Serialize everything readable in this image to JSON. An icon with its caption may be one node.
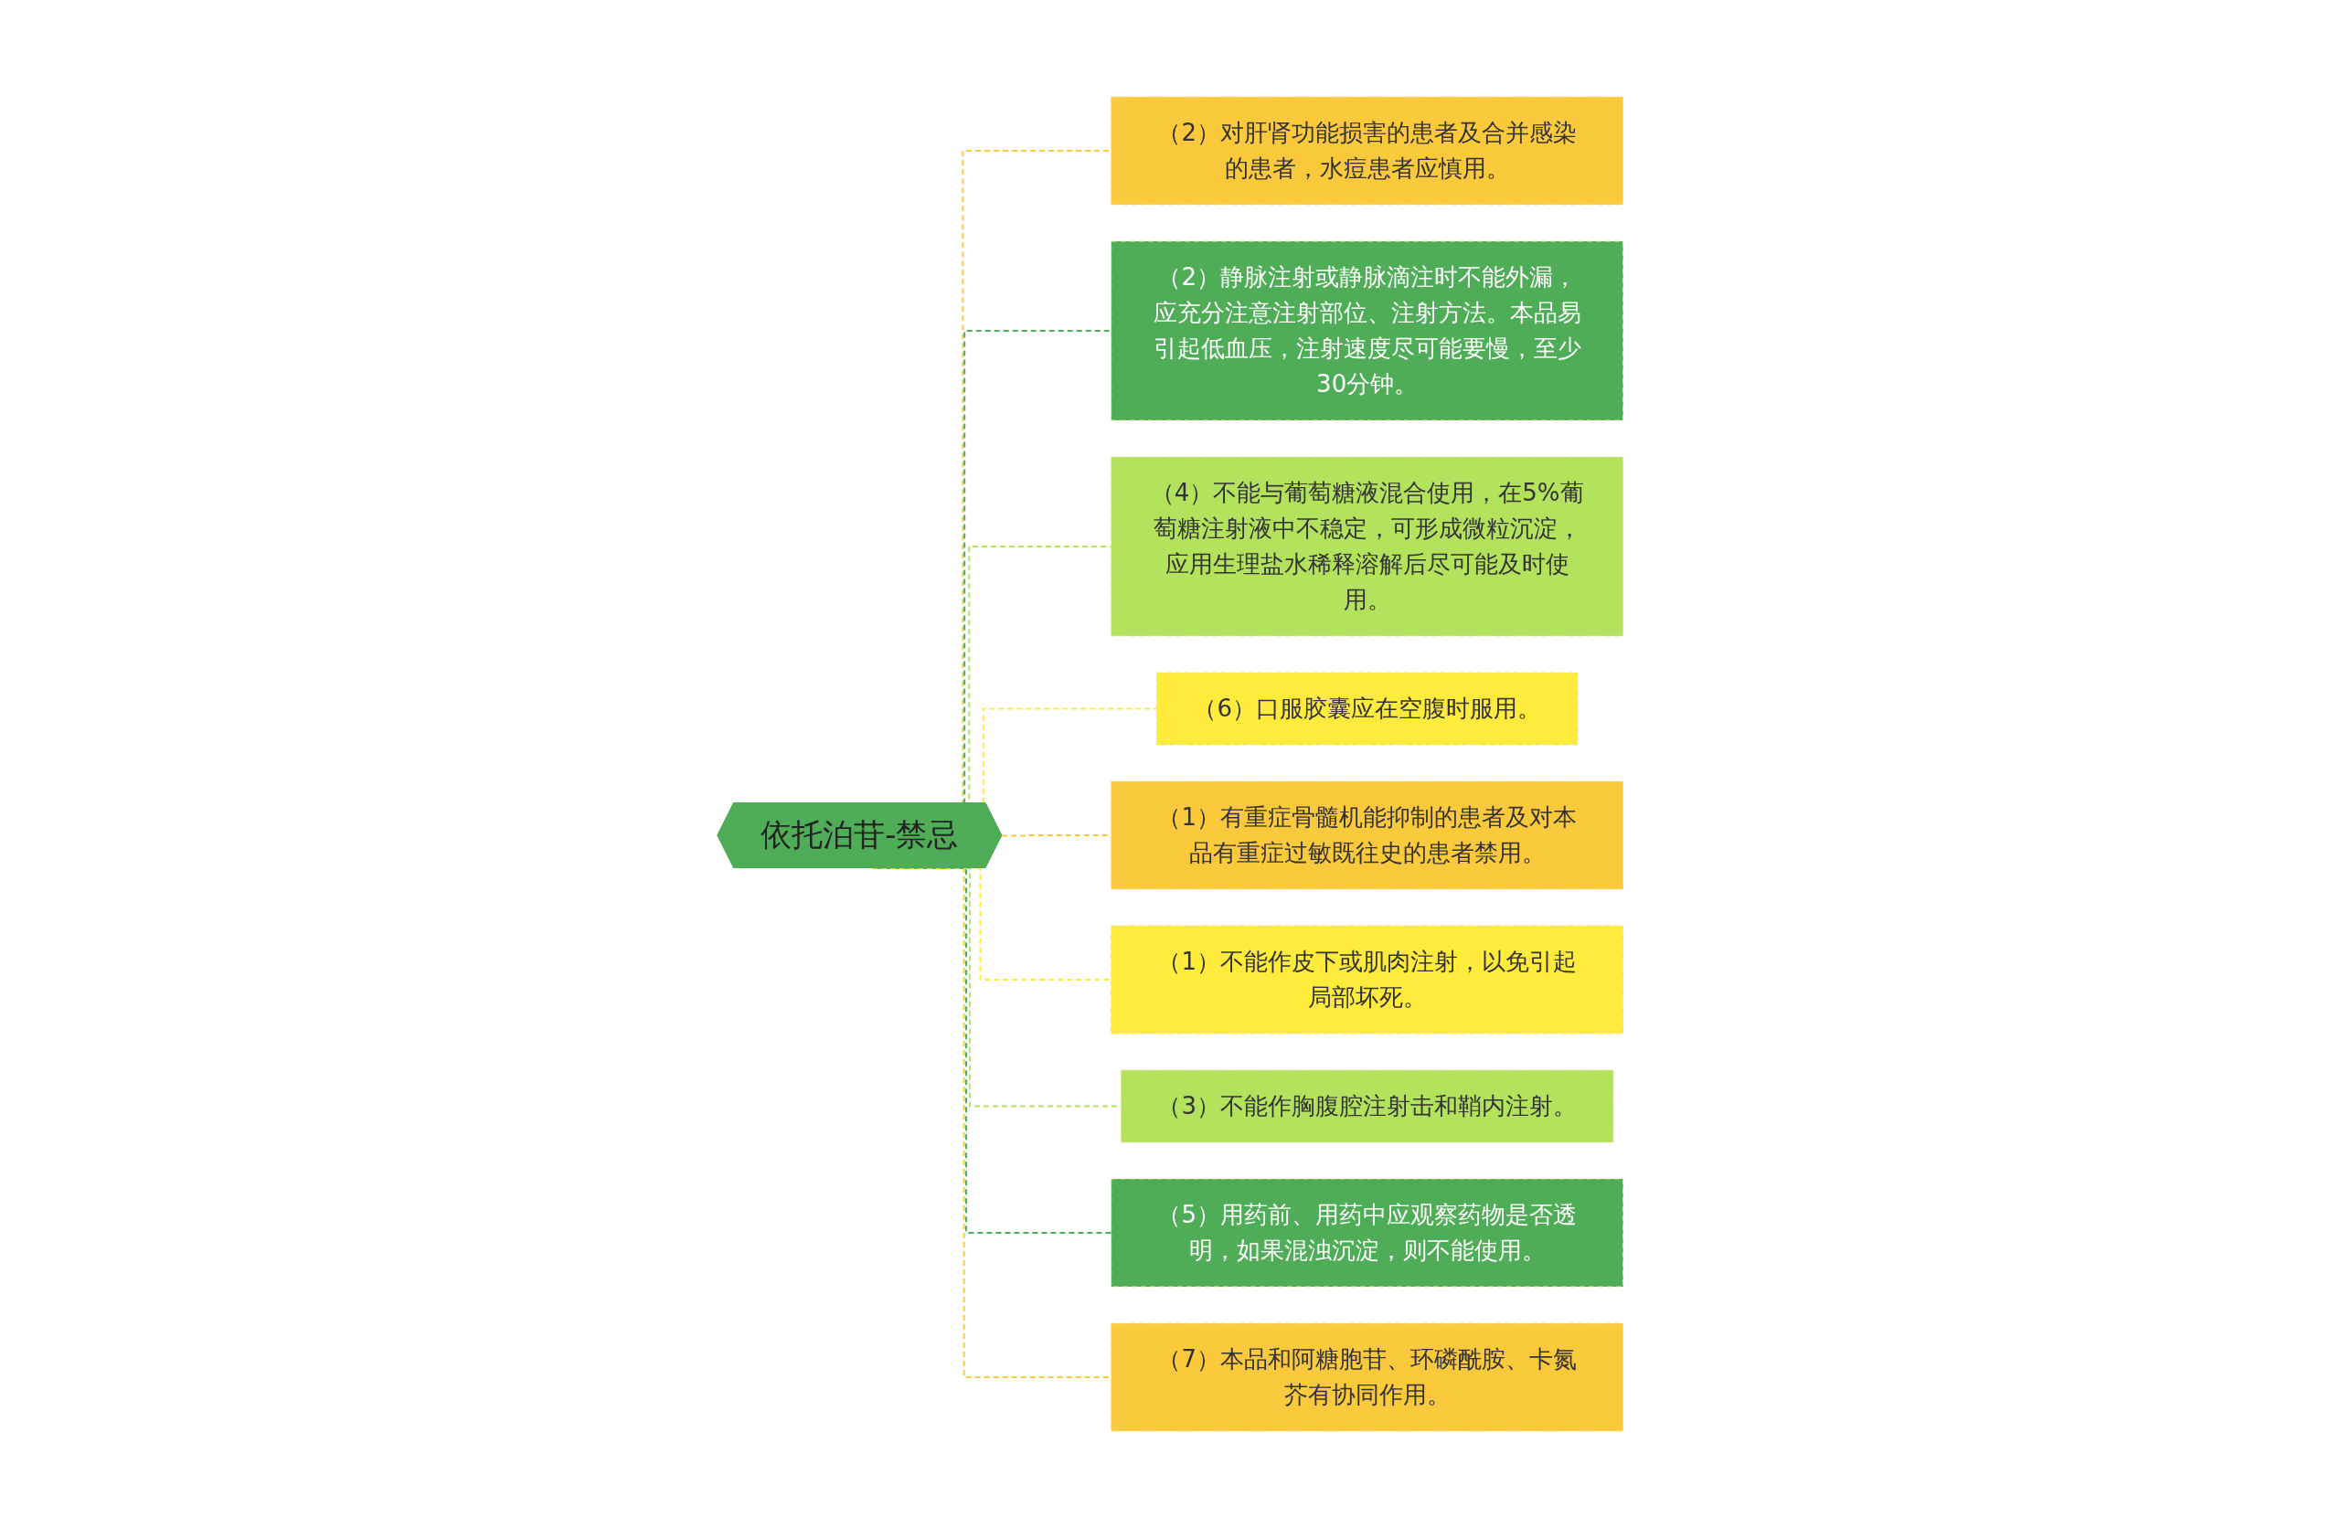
{
  "diagram": {
    "nodes": [
      {
        "text": [
          "依托泊苷-禁忌"
        ]
      },
      {
        "text": [
          "（2）对肝肾功能损害的患者及合并感染的患者，水痘患者应慎用。"
        ]
      },
      {
        "text": [
          "（2）静脉注射或静脉滴注时不能外漏，应充分注意注射部位、注射方法。本品易引起低血压，注射速度尽可能要慢，至少30分钟。"
        ]
      },
      {
        "text": [
          "（4）不能与葡萄糖液混合使用，在5%葡萄糖注射液中不稳定，可形成微粒沉淀，应用生理盐水稀释溶解后尽可能及时使用。"
        ]
      },
      {
        "text": [
          "（6）口服胶囊应在空腹时服用。"
        ]
      },
      {
        "text": [
          "（1）有重症骨髓机能抑制的患者及对本品有重症过敏既往史的患者禁用。"
        ]
      },
      {
        "text": [
          "（1）不能作皮下或肌肉注射，以免引起局部坏死。"
        ]
      },
      {
        "text": [
          "（3）不能作胸腹腔注射击和鞘内注射。"
        ]
      },
      {
        "text": [
          "（5）用药前、用药中应观察药物是否透明，如果混浊沉淀，则不能使用。"
        ]
      },
      {
        "text": [
          "（7）本品和阿糖胞苷、环磷酰胺、卡氮芥有协同作用。"
        ]
      }
    ],
    "edges": [
      {
        "from": 0,
        "to": 1,
        "arrow": "none",
        "style": "dashed",
        "color": "#fbc93c"
      },
      {
        "from": 0,
        "to": 2,
        "arrow": "none",
        "style": "dashed",
        "color": "#4fad57"
      },
      {
        "from": 0,
        "to": 3,
        "arrow": "none",
        "style": "dashed",
        "color": "#b3e35d"
      },
      {
        "from": 0,
        "to": 4,
        "arrow": "none",
        "style": "dashed",
        "color": "#ffeb3b"
      },
      {
        "from": 0,
        "to": 5,
        "arrow": "none",
        "style": "dashed",
        "color": "#fbc93c"
      },
      {
        "from": 0,
        "to": 6,
        "arrow": "none",
        "style": "dashed",
        "color": "#ffeb3b"
      },
      {
        "from": 0,
        "to": 7,
        "arrow": "none",
        "style": "dashed",
        "color": "#b3e35d"
      },
      {
        "from": 0,
        "to": 8,
        "arrow": "none",
        "style": "dashed",
        "color": "#4fad57"
      },
      {
        "from": 0,
        "to": 9,
        "arrow": "none",
        "style": "dashed",
        "color": "#fbc93c"
      }
    ]
  }
}
